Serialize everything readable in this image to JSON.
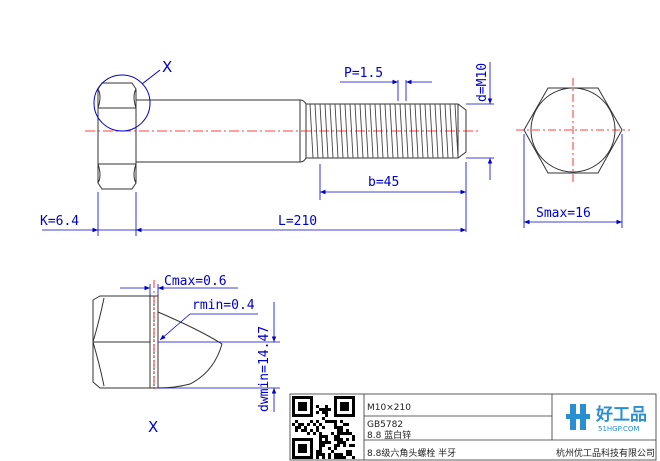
{
  "dimensions": {
    "pitch": "P=1.5",
    "diameter": "d=M10",
    "thread_length": "b=45",
    "head_height": "K=6.4",
    "length": "L=210",
    "across_flats": "Smax=16",
    "chamfer": "Cmax=0.6",
    "radius": "rmin=0.4",
    "washer_face": "dwmin=14.47"
  },
  "detail_marker": "X",
  "detail_label": "X",
  "title_block": {
    "size": "M10×210",
    "standard": "GB5782",
    "grade_finish": "8.8 蓝白锌",
    "description": "8.8级六角头螺栓 半牙",
    "company": "杭州优工品科技有限公司"
  },
  "logo": {
    "name": "好工品",
    "url": "51HGP.COM"
  },
  "colors": {
    "dimension": "#0000cc",
    "centerline": "#ff0000",
    "outline": "#333333",
    "logo": "#2a8fd0"
  }
}
